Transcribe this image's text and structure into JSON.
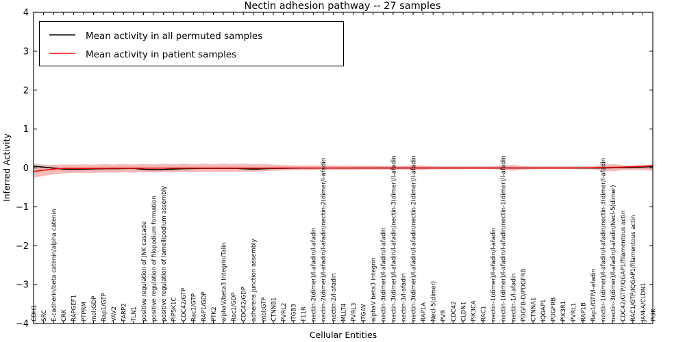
{
  "chart_data": {
    "type": "line",
    "title": "Nectin adhesion pathway -- 27 samples",
    "xlabel": "Cellular Entities",
    "ylabel": "Inferred Activity",
    "ylim": [
      -4,
      4
    ],
    "yticks": [
      -4,
      -3,
      -2,
      -1,
      0,
      1,
      2,
      3,
      4
    ],
    "ytick_labels": [
      "−4",
      "−3",
      "−2",
      "−1",
      "0",
      "1",
      "2",
      "3",
      "4"
    ],
    "grid": false,
    "legend_position": "upper left",
    "legend": [
      {
        "label": "Mean activity in all permuted samples",
        "color": "#000000",
        "style": "solid"
      },
      {
        "label": "Mean activity in patient samples",
        "color": "#ff0000",
        "style": "solid"
      }
    ],
    "categories": [
      "CDH1",
      "SRC",
      "E-cadherin/beta catenin/alpha catenin",
      "CRK",
      "RAPGEF1",
      "PTPRM",
      "mol:GDP",
      "Rap1/GTP",
      "VAV2",
      "FARP2",
      "TLN1",
      "positive regulation of JNK cascade",
      "positive regulation of filopodium formation",
      "positive regulation of lamellipodium assembly",
      "PIP5K1C",
      "CDC42/GTP",
      "Rac1/GTP",
      "RAP1/GDP",
      "PTK2",
      "alphaV/beta3 Integrin/Talin",
      "Rac1/GDP",
      "CDC42/GDP",
      "adherens junction assembly",
      "mol:GTP",
      "CTNNB1",
      "PVRL2",
      "ITGB3",
      "F11R",
      "nectin-2(dimer)/l-afadin/l-afadin",
      "nectin-2(dimer)/l-afadin/l-afadin/nectin-2(dimer/l-afadin",
      "nectin-2/l-afadin",
      "MLLT4",
      "PVRL3",
      "ITGAV",
      "alphaV beta3 Integrin",
      "nectin-3(dimer)/l-afadin/l-afadin",
      "nectin-3(dimer)/l-afadin/l-afadin/nectin-3(dimer)/l-afadin",
      "nectin-3/l-afadin",
      "nectin-3(dimer)/l-afadin/l-afadin/nectin-2(dimer)/l-afadin",
      "RAP1A",
      "Necl-5(dimer)",
      "PVR",
      "CDC42",
      "CLDN1",
      "PIK3CA",
      "RAC1",
      "nectin-1(dimer)/l-afadin/l-afadin",
      "nectin-1(dimer)/l-afadin/l-afadin/nectin-1(dimer)/l-afadin",
      "nectin-1/l-afadin",
      "PDGFB-D/PDGFRB",
      "CTNNA1",
      "IQGAP1",
      "PDGFRB",
      "PIK3R1",
      "PVRL1",
      "RAP1B",
      "Rap1/GTP/l-afadin",
      "nectin-1(dimer)/l-afadin/l-afadin/nectin-3(dimer/l-afadin",
      "nectin-3(dimer)/l-afadin/l-afadin/Necl-5(dimer)",
      "CDC42/GTP/IQGAP1/filamentous actin",
      "RAC1/GTP/IQGAP1/filamentous actin",
      "JAM-A/CLDN1",
      "PI3K"
    ],
    "series": [
      {
        "name": "Mean activity in all permuted samples",
        "color": "#000000",
        "values": [
          0.045,
          0.02,
          -0.005,
          -0.03,
          -0.035,
          -0.03,
          -0.025,
          -0.02,
          -0.018,
          -0.015,
          -0.012,
          -0.035,
          -0.045,
          -0.04,
          -0.03,
          -0.02,
          -0.015,
          -0.012,
          -0.01,
          -0.01,
          -0.008,
          -0.02,
          -0.03,
          -0.022,
          -0.012,
          -0.008,
          -0.006,
          -0.005,
          -0.005,
          -0.004,
          -0.004,
          -0.004,
          -0.003,
          -0.003,
          -0.003,
          -0.002,
          -0.002,
          -0.002,
          -0.002,
          -0.002,
          -0.002,
          -0.002,
          -0.002,
          -0.002,
          -0.002,
          -0.002,
          -0.002,
          -0.002,
          -0.002,
          -0.002,
          -0.002,
          -0.002,
          -0.002,
          -0.002,
          -0.002,
          -0.002,
          -0.002,
          0.0,
          0.004,
          0.008,
          0.012,
          0.022,
          0.035
        ],
        "band_lower": [
          -0.03,
          -0.05,
          -0.07,
          -0.09,
          -0.095,
          -0.09,
          -0.085,
          -0.08,
          -0.078,
          -0.075,
          -0.072,
          -0.09,
          -0.1,
          -0.095,
          -0.085,
          -0.075,
          -0.07,
          -0.065,
          -0.06,
          -0.06,
          -0.055,
          -0.07,
          -0.08,
          -0.072,
          -0.06,
          -0.05,
          -0.045,
          -0.04,
          -0.038,
          -0.035,
          -0.033,
          -0.032,
          -0.03,
          -0.03,
          -0.029,
          -0.028,
          -0.028,
          -0.027,
          -0.027,
          -0.026,
          -0.026,
          -0.026,
          -0.026,
          -0.026,
          -0.026,
          -0.026,
          -0.026,
          -0.026,
          -0.026,
          -0.026,
          -0.026,
          -0.026,
          -0.026,
          -0.026,
          -0.026,
          -0.026,
          -0.026,
          -0.026,
          -0.028,
          -0.03,
          -0.034,
          -0.04,
          -0.05
        ],
        "band_upper": [
          0.12,
          0.09,
          0.06,
          0.03,
          0.025,
          0.03,
          0.035,
          0.04,
          0.042,
          0.045,
          0.048,
          0.02,
          0.01,
          0.015,
          0.025,
          0.035,
          0.04,
          0.042,
          0.045,
          0.045,
          0.048,
          0.035,
          0.025,
          0.032,
          0.04,
          0.044,
          0.046,
          0.047,
          0.047,
          0.048,
          0.048,
          0.048,
          0.048,
          0.048,
          0.048,
          0.048,
          0.048,
          0.048,
          0.048,
          0.048,
          0.048,
          0.048,
          0.048,
          0.048,
          0.048,
          0.048,
          0.048,
          0.048,
          0.048,
          0.048,
          0.048,
          0.048,
          0.048,
          0.048,
          0.048,
          0.048,
          0.048,
          0.05,
          0.054,
          0.058,
          0.064,
          0.075,
          0.09
        ]
      },
      {
        "name": "Mean activity in patient samples",
        "color": "#ff0000",
        "values": [
          -0.09,
          -0.06,
          -0.03,
          -0.012,
          -0.01,
          -0.01,
          -0.01,
          -0.008,
          -0.008,
          -0.006,
          -0.006,
          -0.006,
          -0.006,
          -0.005,
          -0.005,
          -0.005,
          -0.004,
          -0.004,
          -0.004,
          -0.004,
          -0.004,
          -0.004,
          -0.004,
          -0.004,
          -0.003,
          -0.003,
          -0.003,
          -0.003,
          -0.003,
          -0.003,
          -0.003,
          -0.003,
          -0.003,
          -0.002,
          -0.002,
          -0.002,
          -0.002,
          -0.002,
          -0.002,
          -0.002,
          -0.002,
          -0.002,
          -0.002,
          -0.002,
          -0.002,
          -0.002,
          -0.002,
          -0.002,
          -0.002,
          -0.002,
          -0.002,
          -0.002,
          -0.002,
          -0.002,
          -0.002,
          0.0,
          0.004,
          0.01,
          0.016,
          0.022,
          0.03,
          0.042,
          0.058
        ],
        "band_lower": [
          -0.25,
          -0.205,
          -0.165,
          -0.14,
          -0.13,
          -0.135,
          -0.13,
          -0.12,
          -0.125,
          -0.115,
          -0.12,
          -0.11,
          -0.118,
          -0.105,
          -0.115,
          -0.1,
          -0.11,
          -0.098,
          -0.108,
          -0.095,
          -0.105,
          -0.09,
          -0.1,
          -0.085,
          -0.075,
          -0.065,
          -0.06,
          -0.058,
          -0.062,
          -0.055,
          -0.06,
          -0.052,
          -0.055,
          -0.048,
          -0.05,
          -0.045,
          -0.048,
          -0.042,
          -0.07,
          -0.055,
          -0.038,
          -0.035,
          -0.033,
          -0.032,
          -0.03,
          -0.03,
          -0.03,
          -0.055,
          -0.075,
          -0.048,
          -0.032,
          -0.03,
          -0.03,
          -0.03,
          -0.03,
          -0.032,
          -0.036,
          -0.075,
          -0.09,
          -0.06,
          -0.05,
          -0.06,
          -0.075
        ],
        "band_upper": [
          0.08,
          0.075,
          0.08,
          0.09,
          0.085,
          0.095,
          0.085,
          0.1,
          0.088,
          0.102,
          0.09,
          0.105,
          0.092,
          0.108,
          0.094,
          0.11,
          0.095,
          0.112,
          0.096,
          0.112,
          0.098,
          0.11,
          0.095,
          0.105,
          0.085,
          0.075,
          0.068,
          0.062,
          0.068,
          0.058,
          0.065,
          0.055,
          0.058,
          0.05,
          0.054,
          0.048,
          0.052,
          0.045,
          0.075,
          0.06,
          0.04,
          0.036,
          0.034,
          0.033,
          0.032,
          0.032,
          0.032,
          0.06,
          0.08,
          0.052,
          0.034,
          0.032,
          0.032,
          0.032,
          0.032,
          0.034,
          0.04,
          0.082,
          0.1,
          0.068,
          0.058,
          0.07,
          0.09
        ]
      }
    ],
    "colors": {
      "permuted_line": "#000000",
      "permuted_band": "#bfbfbf",
      "patient_line": "#ff0000",
      "patient_band": "#f4a3a0",
      "background": "#ffffff",
      "axis": "#000000"
    }
  }
}
